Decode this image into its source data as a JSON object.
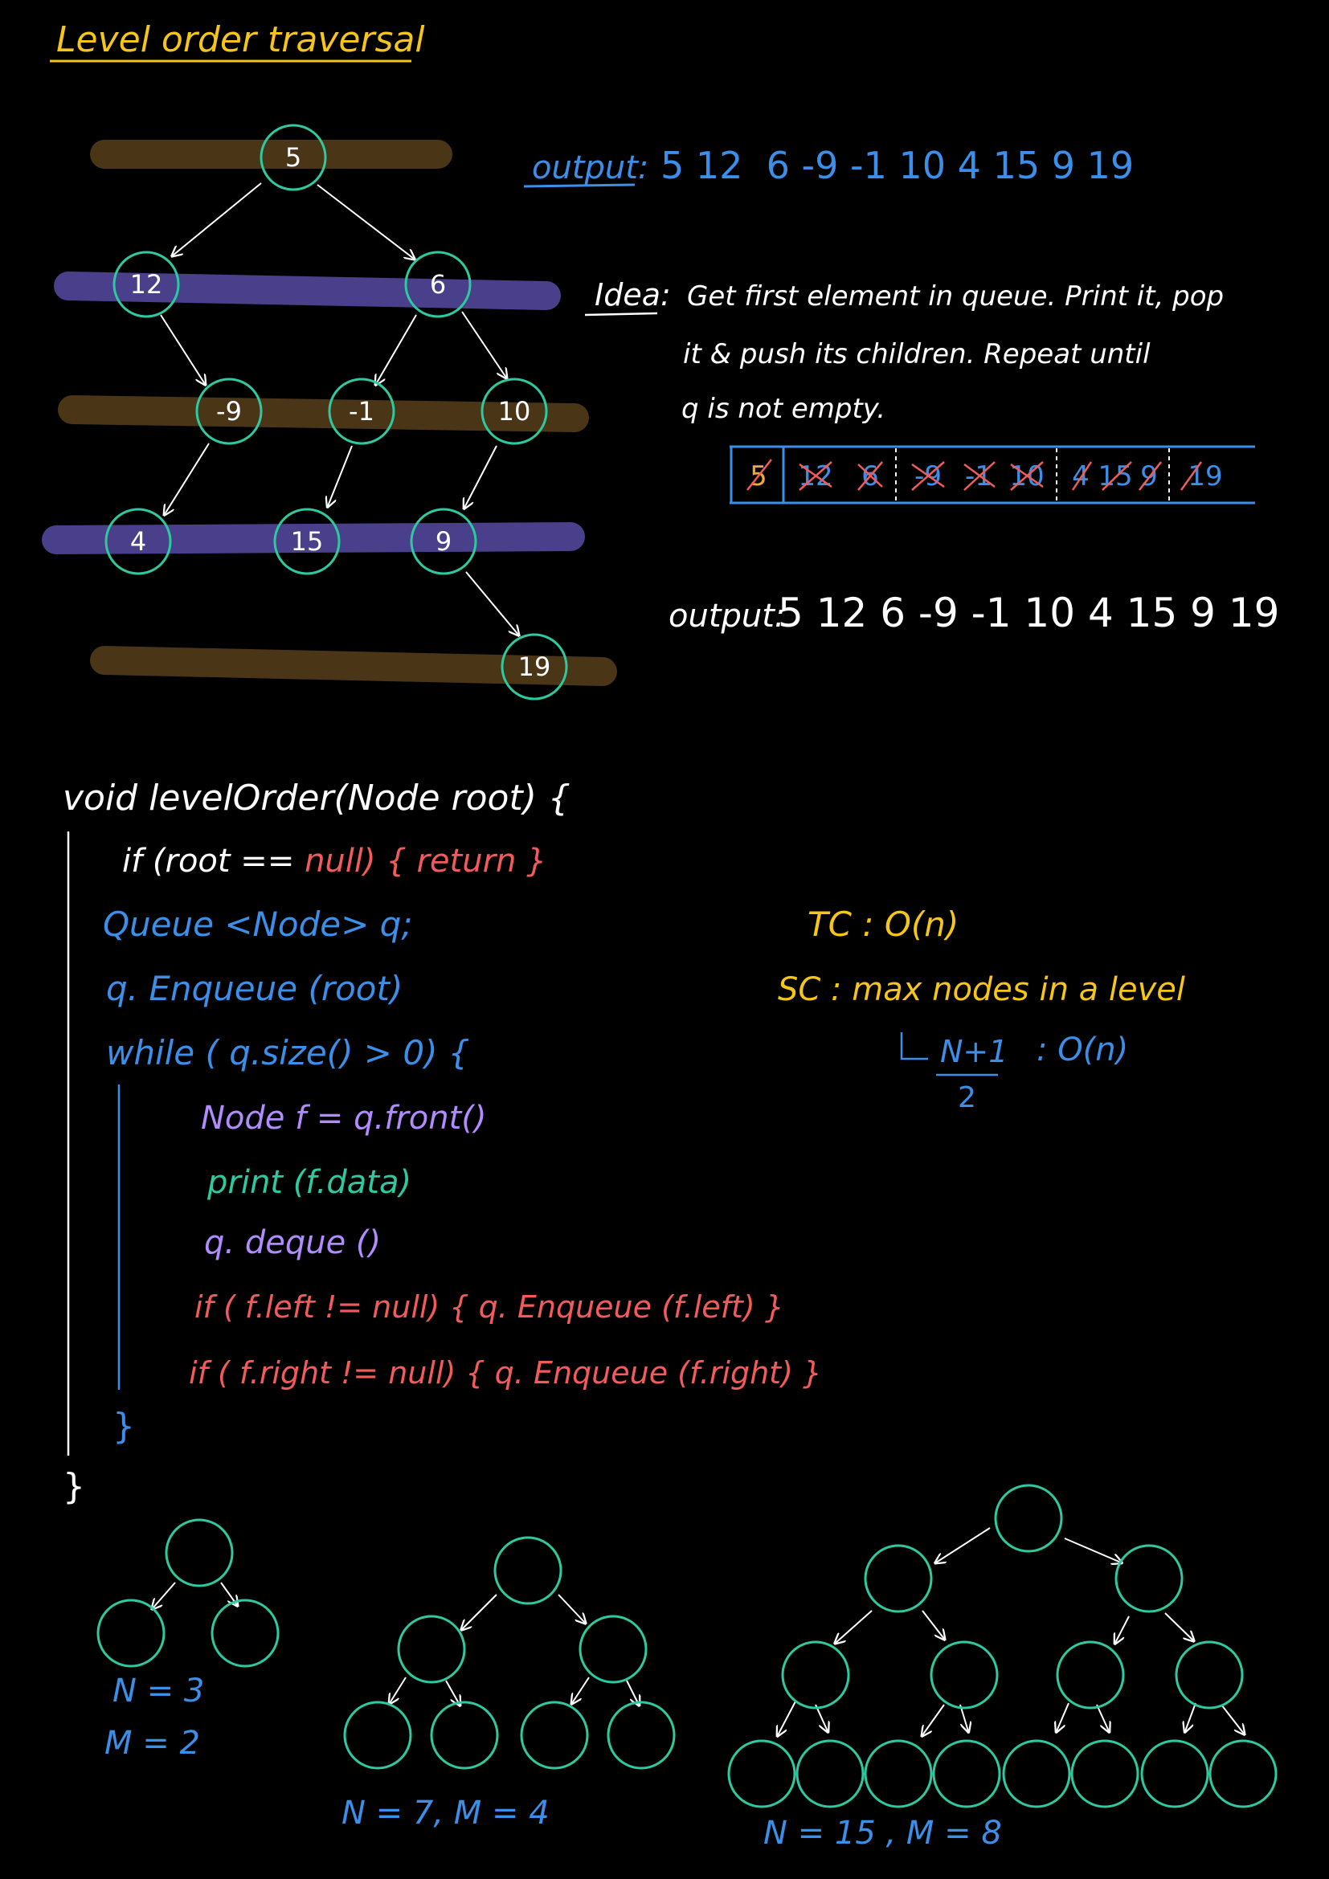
{
  "title": "Level order traversal",
  "output_top": {
    "label": "output:",
    "value": "5 12  6 -9 -1 10 4 15 9 19"
  },
  "idea": {
    "label": "Idea:",
    "lines": [
      "Get first element in queue. Print it, pop",
      "it & push its children. Repeat until",
      "q is not empty."
    ]
  },
  "queue_cells": [
    "5",
    "12",
    "6",
    "-9",
    "-1",
    "10",
    "4",
    "15",
    "9",
    "19"
  ],
  "output_bottom": {
    "label": "output:",
    "value": "5 12 6 -9 -1 10 4 15 9 19"
  },
  "tree": {
    "nodes": [
      "5",
      "12",
      "6",
      "-9",
      "-1",
      "10",
      "4",
      "15",
      "9",
      "19"
    ]
  },
  "code": {
    "signature": "void levelOrder(Node root) {",
    "guard": "if (root == null) { return }",
    "queue_decl": "Queue <Node> q;",
    "enqueue_root": "q. Enqueue (root)",
    "while_line": "while ( q.size() > 0) {",
    "front_line": "Node f = q.front()",
    "print_line": "print (f.data)",
    "deque_line": "q. deque ()",
    "left_line": "if ( f.left != null) { q. Enqueue (f.left) }",
    "right_line": "if ( f.right != null) { q. Enqueue (f.right) }",
    "close_inner": "}",
    "close_outer": "}"
  },
  "complexity": {
    "tc": "TC : O(n)",
    "sc": "SC : max nodes in a level",
    "frac_num": "N+1",
    "frac_den": "2",
    "frac_result": ": O(n)"
  },
  "examples": {
    "ex1_n": "N = 3",
    "ex1_m": "M = 2",
    "ex2": "N = 7, M = 4",
    "ex3": "N = 15 , M = 8"
  },
  "colors": {
    "title": "#f5c518",
    "blue": "#3b8fe8",
    "white": "#ffffff",
    "green": "#2fc9a0",
    "red": "#f25b5b",
    "purple": "#b08cff",
    "brown": "#4a3517",
    "indigo": "#4a3f8a"
  }
}
